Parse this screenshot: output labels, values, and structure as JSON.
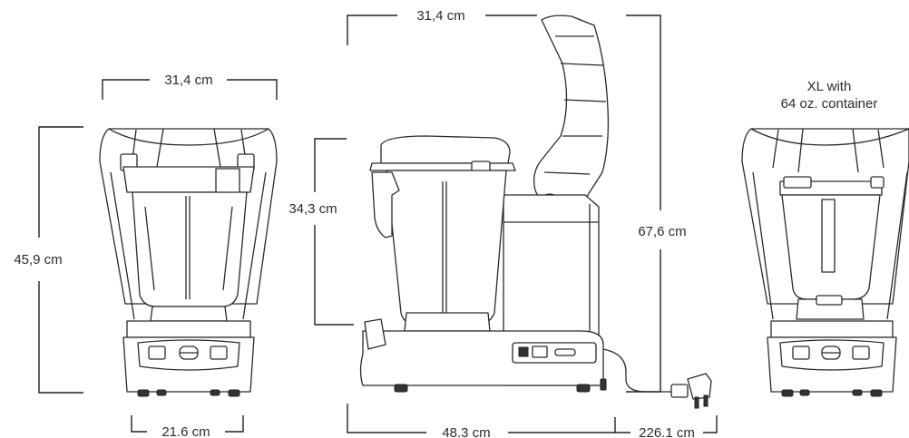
{
  "dimensions": {
    "front_width": "31,4 cm",
    "front_height": "45,9 cm",
    "front_base_width": "21.6 cm",
    "side_width_open": "31,4 cm",
    "side_container_height": "34,3 cm",
    "side_height_open": "67,6 cm",
    "side_depth": "48.3 cm",
    "cord_length": "226.1 cm"
  },
  "xl_note": {
    "line1": "XL with",
    "line2": "64 oz. container"
  }
}
